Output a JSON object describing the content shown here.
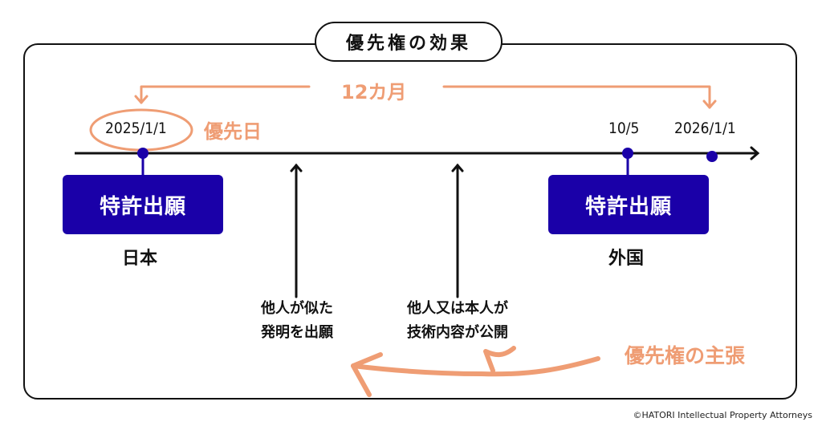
{
  "title": "優先権の効果",
  "period_label": "12カ月",
  "priority_date_label": "優先日",
  "timeline": {
    "dates": {
      "start": "2025/1/1",
      "foreign_filing": "10/5",
      "end": "2026/1/1"
    }
  },
  "filings": [
    {
      "label": "特許出願",
      "country": "日本"
    },
    {
      "label": "特許出願",
      "country": "外国"
    }
  ],
  "events": [
    {
      "line1": "他人が似た",
      "line2": "発明を出願"
    },
    {
      "line1": "他人又は本人が",
      "line2": "技術内容が公開"
    }
  ],
  "priority_claim_label": "優先権の主張",
  "copyright": "©HATORI Intellectual Property Attorneys",
  "colors": {
    "accent_orange": "#ef9d74",
    "filing_box": "#1a00a8",
    "timeline": "#111111"
  }
}
